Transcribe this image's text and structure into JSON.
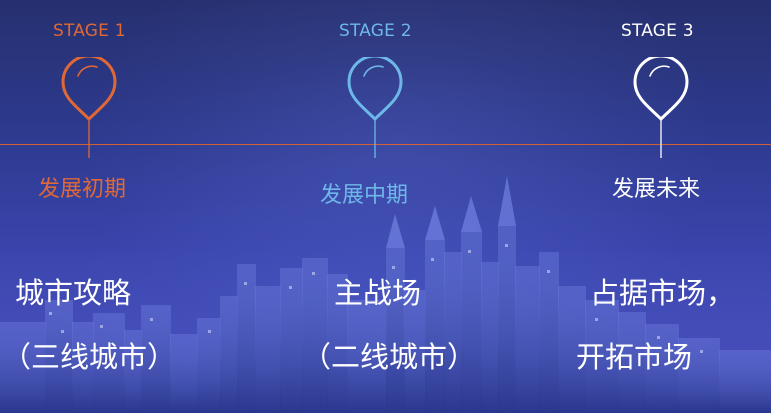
{
  "colors": {
    "stage_1": "#e06834",
    "stage_2": "#6db8e8",
    "stage_3": "#ffffff",
    "timeline": "#d46133",
    "background_top": "#26306f",
    "background_bottom": "#3f3fb0"
  },
  "stages": [
    {
      "label": "STAGE 1",
      "phase": "发展初期",
      "icon": "location-pin-icon",
      "color": "#e06834",
      "description": [
        "城市攻略",
        "（三线城市）"
      ]
    },
    {
      "label": "STAGE 2",
      "phase": "发展中期",
      "icon": "location-pin-icon",
      "color": "#6db8e8",
      "description": [
        "主战场",
        "（二线城市）"
      ]
    },
    {
      "label": "STAGE 3",
      "phase": "发展未来",
      "icon": "location-pin-icon",
      "color": "#ffffff",
      "description": [
        "占据市场，",
        "开拓市场"
      ]
    }
  ]
}
